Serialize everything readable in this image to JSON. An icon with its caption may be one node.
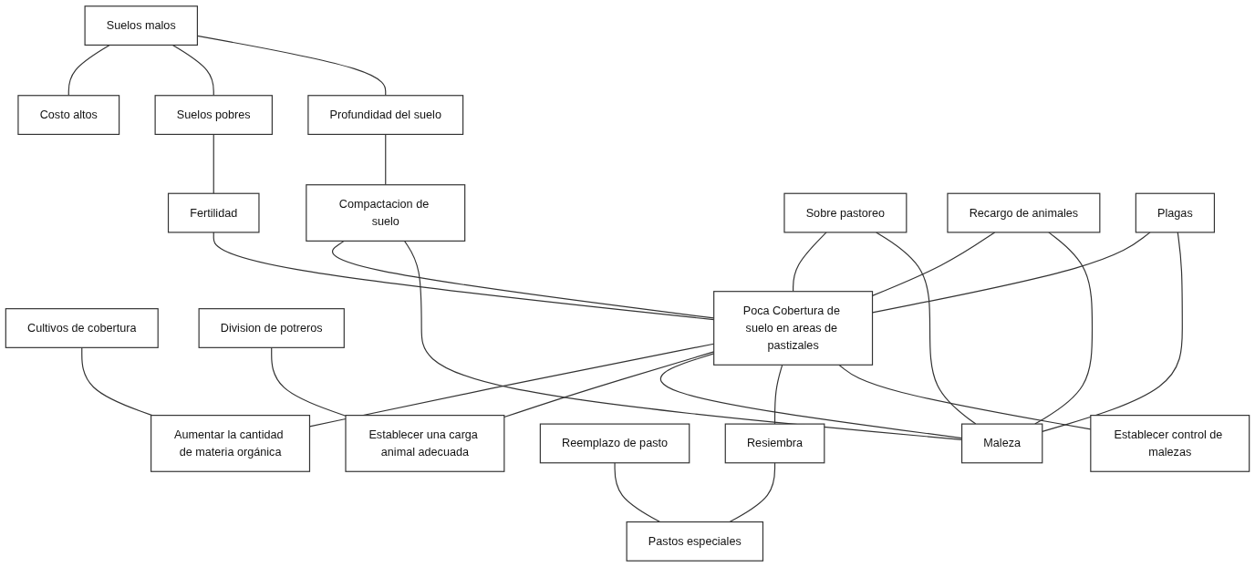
{
  "diagram": {
    "nodes": [
      {
        "text": [
          "Costo altos"
        ]
      },
      {
        "text": [
          "Suelos pobres"
        ]
      },
      {
        "text": [
          "Fertilidad"
        ]
      },
      {
        "text": [
          "Suelos malos"
        ]
      },
      {
        "text": [
          "Profundidad del suelo"
        ]
      },
      {
        "text": [
          "Compactacion de suelo"
        ]
      },
      {
        "text": [
          "Cultivos de cobertura"
        ]
      },
      {
        "text": [
          "Division de potreros"
        ]
      },
      {
        "text": [
          "Aumentar la cantidad de materia orgánica"
        ]
      },
      {
        "text": [
          "Poca Cobertura de suelo en areas de pastizales"
        ]
      },
      {
        "text": [
          "Sobre pastoreo"
        ]
      },
      {
        "text": [
          "Establecer una carga animal adecuada"
        ]
      },
      {
        "text": [
          "Reemplazo de pasto"
        ]
      },
      {
        "text": [
          "Recargo de animales"
        ]
      },
      {
        "text": [
          "Resiembra"
        ]
      },
      {
        "text": [
          "Pastos especiales"
        ]
      },
      {
        "text": [
          "Maleza"
        ]
      },
      {
        "text": [
          "Establecer control de malezas"
        ]
      },
      {
        "text": [
          "Plagas"
        ]
      }
    ],
    "edges": [
      {
        "from": 3,
        "to": 0,
        "arrow": "none"
      },
      {
        "from": 3,
        "to": 1,
        "arrow": "none"
      },
      {
        "from": 1,
        "to": 2,
        "arrow": "none"
      },
      {
        "from": 2,
        "to": 9,
        "arrow": "none"
      },
      {
        "from": 3,
        "to": 4,
        "arrow": "none"
      },
      {
        "from": 4,
        "to": 5,
        "arrow": "none"
      },
      {
        "from": 5,
        "to": 9,
        "arrow": "none"
      },
      {
        "from": 10,
        "to": 9,
        "arrow": "none"
      },
      {
        "from": 13,
        "to": 9,
        "arrow": "none"
      },
      {
        "from": 18,
        "to": 9,
        "arrow": "none"
      },
      {
        "from": 5,
        "to": 16,
        "arrow": "none"
      },
      {
        "from": 10,
        "to": 16,
        "arrow": "none"
      },
      {
        "from": 13,
        "to": 16,
        "arrow": "none"
      },
      {
        "from": 18,
        "to": 16,
        "arrow": "none"
      },
      {
        "from": 9,
        "to": 8,
        "arrow": "none"
      },
      {
        "from": 6,
        "to": 8,
        "arrow": "none"
      },
      {
        "from": 9,
        "to": 11,
        "arrow": "none"
      },
      {
        "from": 7,
        "to": 11,
        "arrow": "none"
      },
      {
        "from": 9,
        "to": 16,
        "arrow": "none"
      },
      {
        "from": 9,
        "to": 14,
        "arrow": "none"
      },
      {
        "from": 9,
        "to": 17,
        "arrow": "none"
      },
      {
        "from": 14,
        "to": 15,
        "arrow": "none"
      },
      {
        "from": 12,
        "to": 15,
        "arrow": "none"
      }
    ]
  }
}
